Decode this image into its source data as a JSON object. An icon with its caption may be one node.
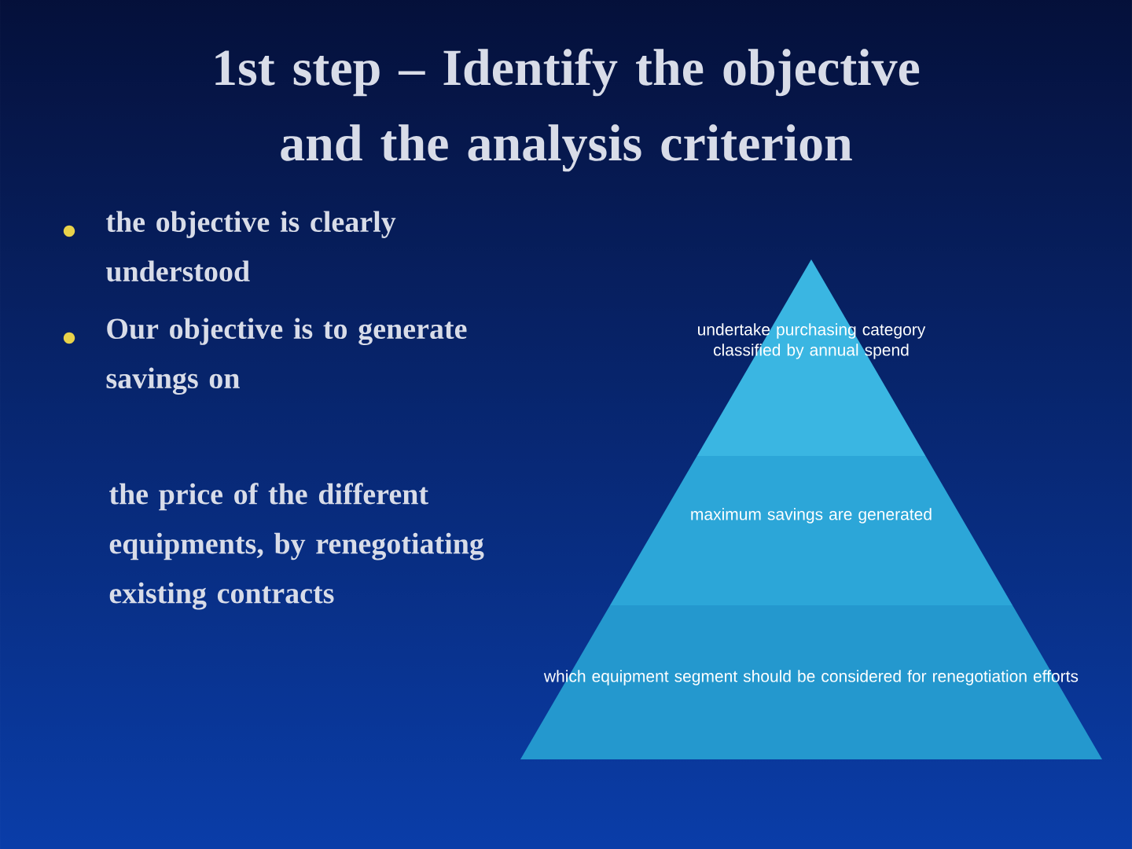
{
  "diagram": {
    "title": "1st step – Identify the objective and the analysis criterion",
    "nodes": [
      {
        "text": [
          "undertake purchasing category classified by annual spend"
        ]
      },
      {
        "text": [
          "maximum savings are generated"
        ]
      },
      {
        "text": [
          "which equipment segment should be considered for renegotiation efforts"
        ]
      }
    ],
    "edges": [],
    "labels": [
      "the objective is clearly understood",
      "Our objective is to generate savings on",
      "the price of the different equipments, by renegotiating existing contracts"
    ]
  }
}
